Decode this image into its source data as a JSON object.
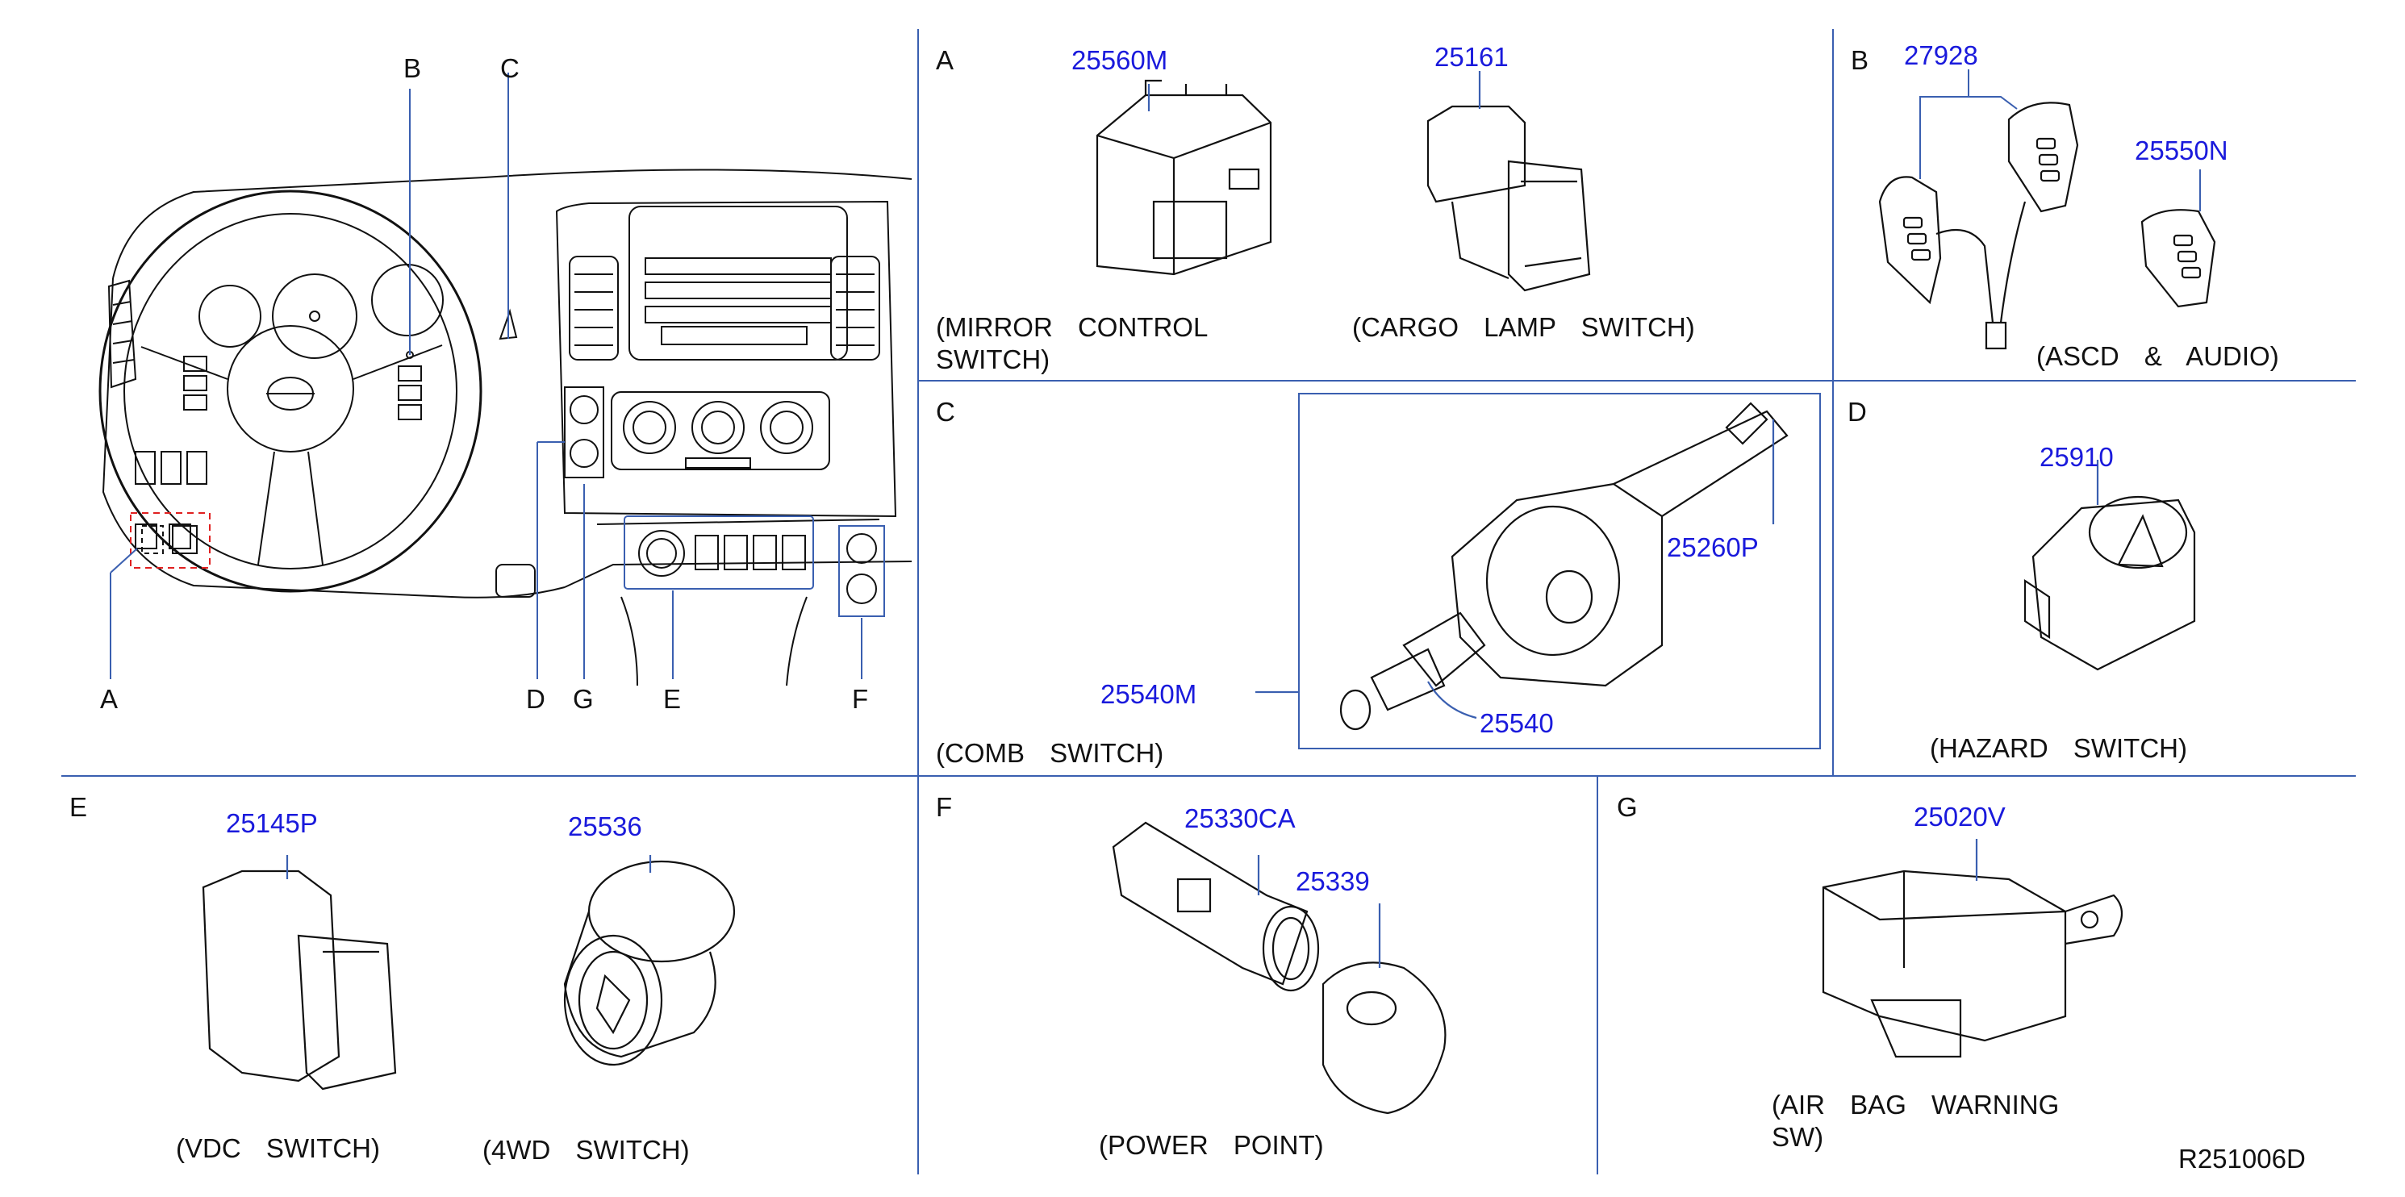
{
  "overview": {
    "callouts": [
      "A",
      "B",
      "C",
      "D",
      "G",
      "E",
      "F"
    ]
  },
  "panels": {
    "A": {
      "letter": "A",
      "parts": [
        "25560M",
        "25161"
      ],
      "captions": [
        "(MIRROR CONTROL",
        "SWITCH)",
        "(CARGO LAMP SWITCH)"
      ]
    },
    "B": {
      "letter": "B",
      "parts": [
        "27928",
        "25550N"
      ],
      "captions": [
        "(ASCD & AUDIO)"
      ]
    },
    "C": {
      "letter": "C",
      "parts": [
        "25260P",
        "25540M",
        "25540"
      ],
      "captions": [
        "(COMB SWITCH)"
      ]
    },
    "D": {
      "letter": "D",
      "parts": [
        "25910"
      ],
      "captions": [
        "(HAZARD SWITCH)"
      ]
    },
    "E": {
      "letter": "E",
      "parts": [
        "25145P",
        "25536"
      ],
      "captions": [
        "(VDC SWITCH)",
        "(4WD SWITCH)"
      ]
    },
    "F": {
      "letter": "F",
      "parts": [
        "25330CA",
        "25339"
      ],
      "captions": [
        "(POWER POINT)"
      ]
    },
    "G": {
      "letter": "G",
      "parts": [
        "25020V"
      ],
      "captions": [
        "(AIR BAG WARNING",
        "SW)"
      ]
    }
  },
  "reference_code": "R251006D",
  "colors": {
    "divider": "#3a5fb0",
    "part_number": "#1a1adc",
    "line_art": "#111111",
    "highlight_box": "#e02020"
  }
}
